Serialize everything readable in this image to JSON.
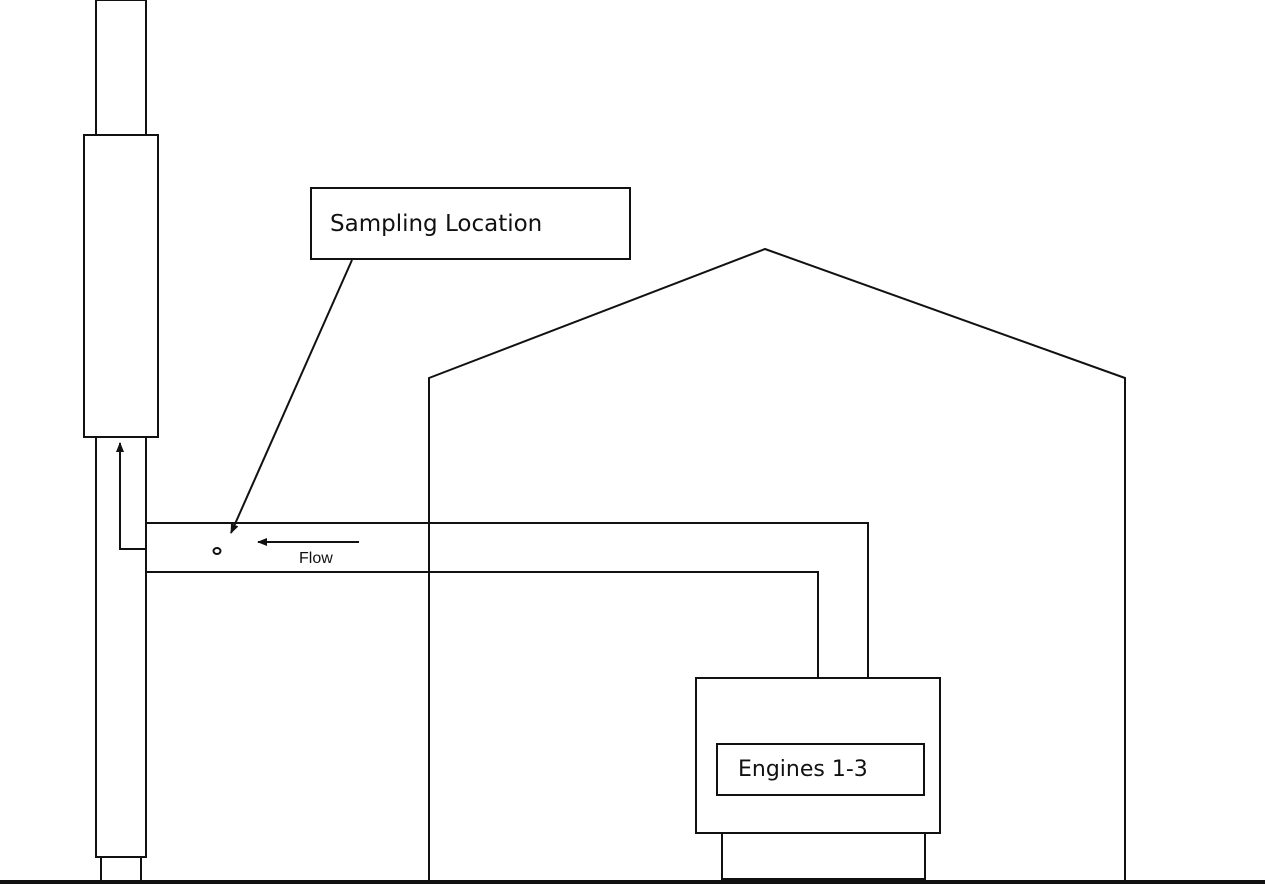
{
  "diagram": {
    "sampling_label": "Sampling Location",
    "engines_label": "Engines 1-3",
    "flow_label": "Flow"
  }
}
